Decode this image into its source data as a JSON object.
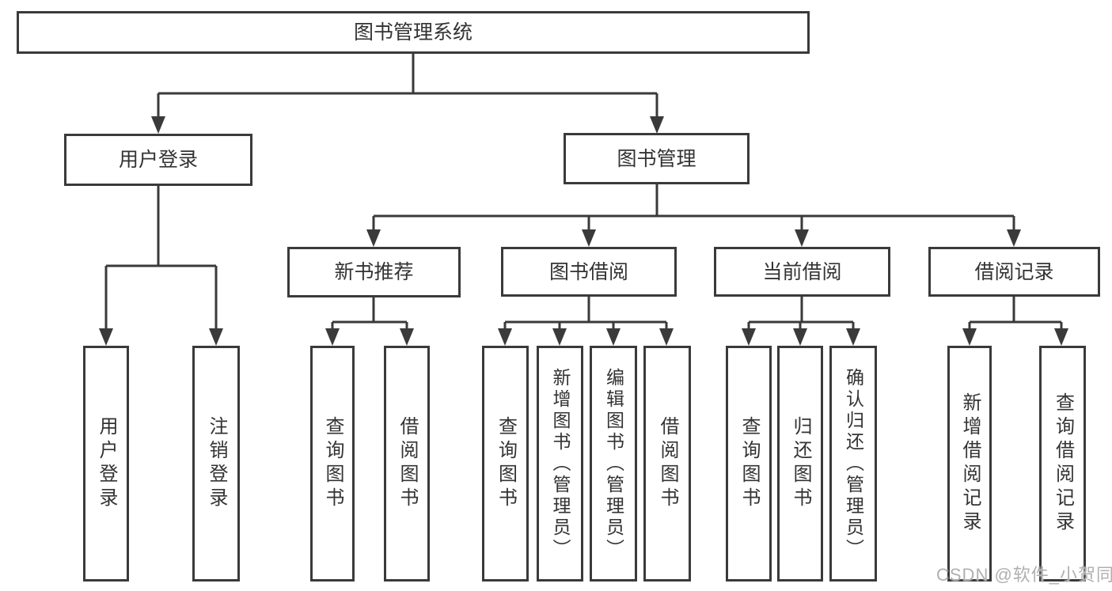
{
  "diagram": {
    "root": {
      "label": "图书管理系统"
    },
    "branches": [
      {
        "label": "用户登录",
        "children": [
          {
            "label": "用户登录"
          },
          {
            "label": "注销登录"
          }
        ]
      },
      {
        "label": "图书管理",
        "children": [
          {
            "label": "新书推荐",
            "children": [
              {
                "label": "查询图书"
              },
              {
                "label": "借阅图书"
              }
            ]
          },
          {
            "label": "图书借阅",
            "children": [
              {
                "label": "查询图书"
              },
              {
                "label": "新增图书（管理员）"
              },
              {
                "label": "编辑图书（管理员）"
              },
              {
                "label": "借阅图书"
              }
            ]
          },
          {
            "label": "当前借阅",
            "children": [
              {
                "label": "查询图书"
              },
              {
                "label": "归还图书"
              },
              {
                "label": "确认归还（管理员）"
              }
            ]
          },
          {
            "label": "借阅记录",
            "children": [
              {
                "label": "新增借阅记录"
              },
              {
                "label": "查询借阅记录"
              }
            ]
          }
        ]
      }
    ],
    "watermark": "CSDN @软件_小贺同学",
    "colors": {
      "line": "#3a3a3a",
      "text": "#333333",
      "box_background": "#ffffff",
      "page_background": "#ffffff",
      "watermark": "#b0b0b0"
    }
  }
}
